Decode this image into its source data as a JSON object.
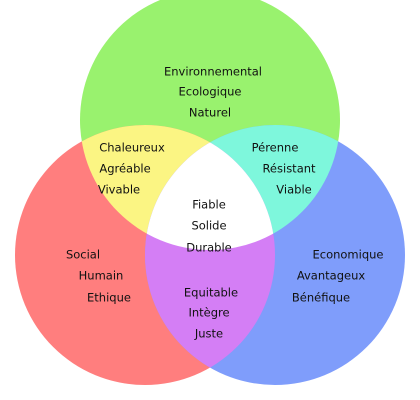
{
  "colors": {
    "top": "#99f26e",
    "left": "#ff7e7e",
    "right": "#7f9dfb",
    "top_left": "#fbf583",
    "top_right": "#7ef7dc",
    "left_right": "#d47ef5",
    "center": "#ffffff"
  },
  "regions": {
    "top": [
      "Environnemental",
      "Ecologique",
      "Naturel"
    ],
    "left": [
      "Social",
      "Humain",
      "Ethique"
    ],
    "right": [
      "Economique",
      "Avantageux",
      "Bénéfique"
    ],
    "top_left": [
      "Chaleureux",
      "Agréable",
      "Vivable"
    ],
    "top_right": [
      "Pérenne",
      "Résistant",
      "Viable"
    ],
    "left_right": [
      "Equitable",
      "Intègre",
      "Juste"
    ],
    "center": [
      "Fiable",
      "Solide",
      "Durable"
    ]
  }
}
